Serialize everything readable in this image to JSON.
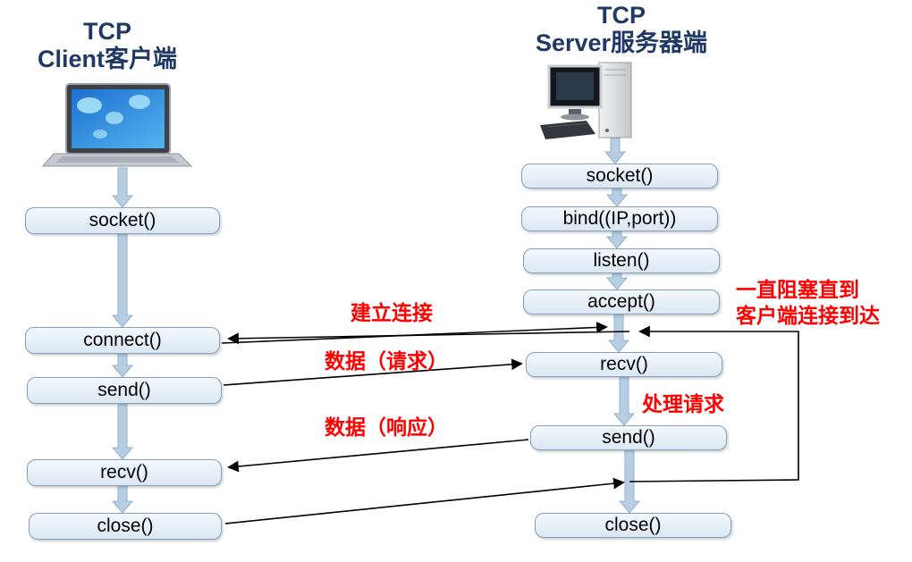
{
  "client": {
    "title": [
      "TCP",
      "Client客户端"
    ],
    "boxes": [
      "socket()",
      "connect()",
      "send()",
      "recv()",
      "close()"
    ]
  },
  "server": {
    "title": [
      "TCP",
      "Server服务器端"
    ],
    "boxes": [
      "socket()",
      "bind((IP,port))",
      "listen()",
      "accept()",
      "recv()",
      "send()",
      "close()"
    ]
  },
  "annotations": {
    "establish_connection": "建立连接",
    "data_request": "数据（请求）",
    "data_response": "数据（响应）",
    "process_request": "处理请求",
    "blocking_note": [
      "一直阻塞直到",
      "客户端连接到达"
    ]
  },
  "colors": {
    "title_text": "#1f3864",
    "box_fill_top": "#f4f8fc",
    "box_fill_bottom": "#dbe7f2",
    "box_border": "#86a0ba",
    "flow_arrow_fill": "#b7cde2",
    "flow_arrow_border": "#91b2d0",
    "annotation_red": "#fe0000",
    "connector_black": "#000000"
  }
}
